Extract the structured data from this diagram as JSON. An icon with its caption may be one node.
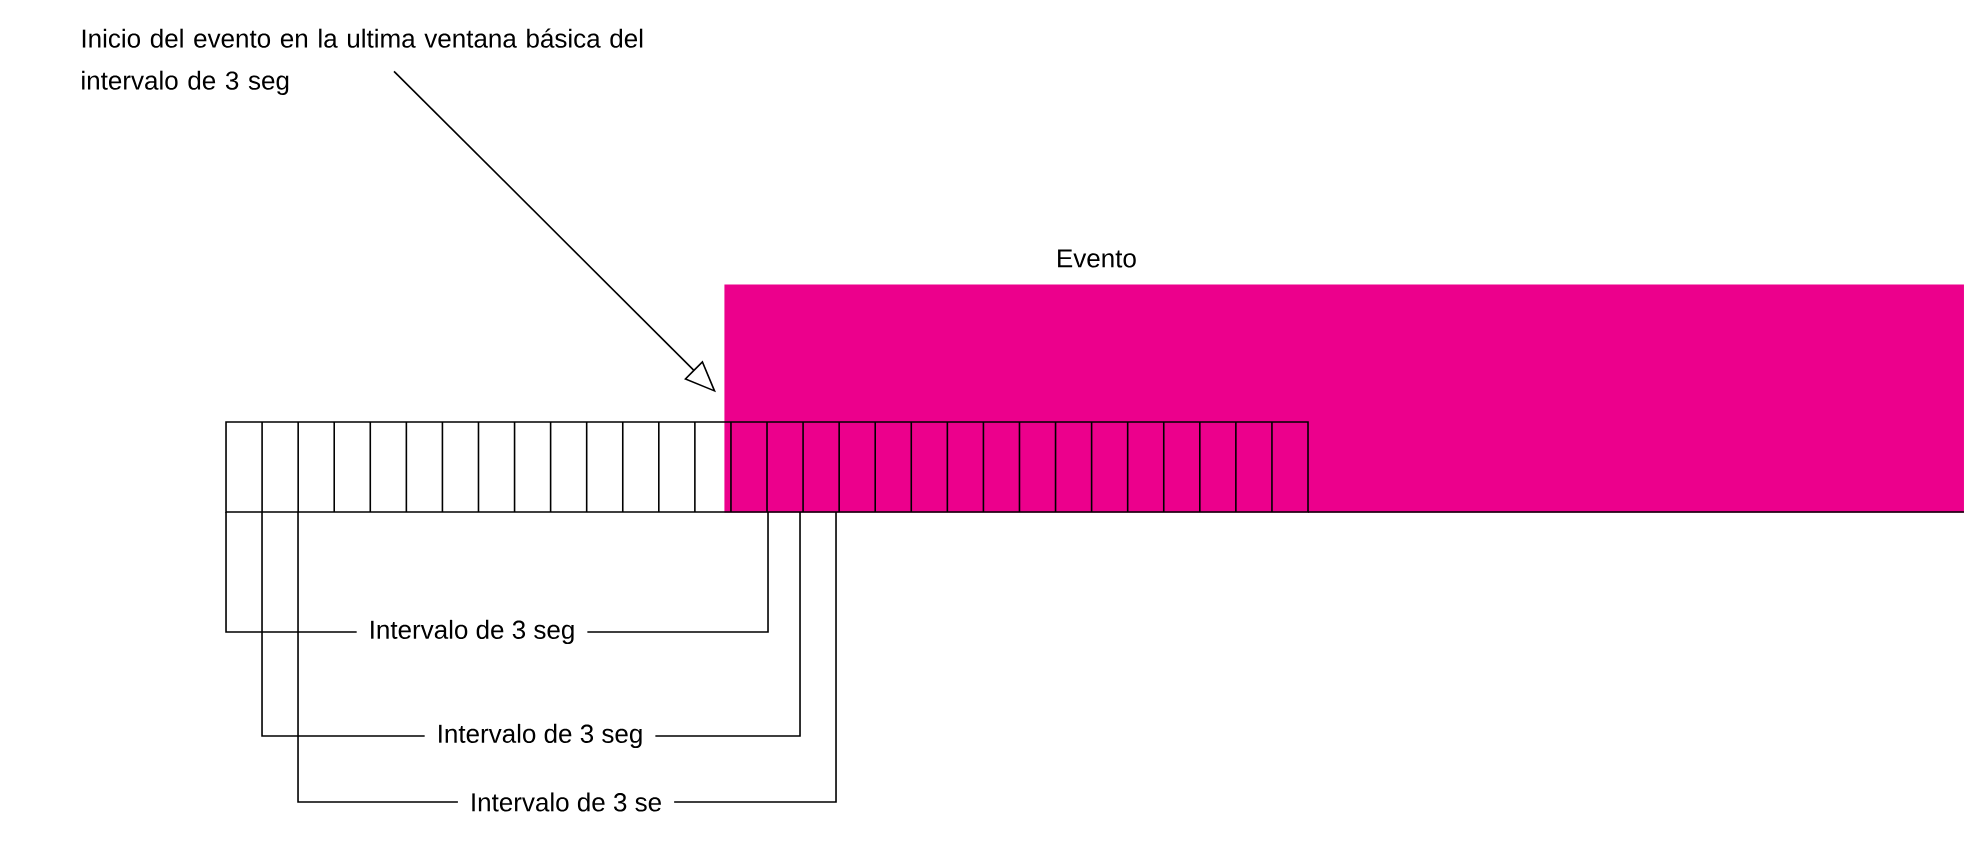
{
  "diagram": {
    "nodes": [
      {
        "text": [
          "Inicio del evento en la ultima ventana básica del intervalo de 3 seg"
        ]
      },
      {
        "text": [
          "Evento"
        ]
      }
    ],
    "edges": [
      {
        "from": 0,
        "to": 1,
        "arrow": "to"
      }
    ],
    "labels": [
      "Intervalo de 3 seg",
      "Intervalo de 3 seg",
      "Intervalo de 3 se"
    ]
  }
}
